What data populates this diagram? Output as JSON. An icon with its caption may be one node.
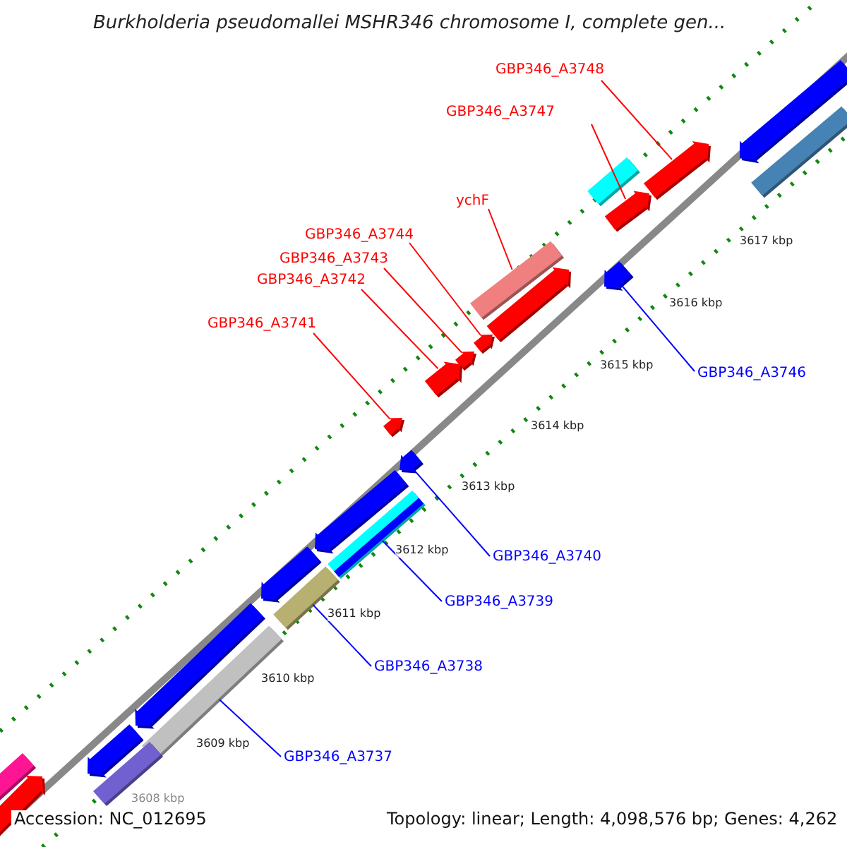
{
  "diagram": {
    "title": "Burkholderia pseudomallei MSHR346 chromosome I, complete gen...",
    "nodes": [
      {
        "text": [
          "GBP346_A3748"
        ]
      },
      {
        "text": [
          "GBP346_A3747"
        ]
      },
      {
        "text": [
          "ychF"
        ]
      },
      {
        "text": [
          "GBP346_A3744"
        ]
      },
      {
        "text": [
          "GBP346_A3743"
        ]
      },
      {
        "text": [
          "GBP346_A3742"
        ]
      },
      {
        "text": [
          "GBP346_A3741"
        ]
      },
      {
        "text": [
          "GBP346_A3746"
        ]
      },
      {
        "text": [
          "GBP346_A3740"
        ]
      },
      {
        "text": [
          "GBP346_A3739"
        ]
      },
      {
        "text": [
          "GBP346_A3738"
        ]
      },
      {
        "text": [
          "GBP346_A3737"
        ]
      },
      {
        "text": [],
        "shape": "bar"
      },
      {
        "text": [],
        "shape": "bar"
      },
      {
        "text": [],
        "shape": "bar"
      },
      {
        "text": [],
        "shape": "bar"
      },
      {
        "text": [],
        "shape": "bar"
      },
      {
        "text": [],
        "shape": "bar"
      },
      {
        "text": [],
        "shape": "bar"
      },
      {
        "text": [],
        "shape": "bar"
      },
      {
        "text": [],
        "shape": "bar"
      },
      {
        "text": [],
        "shape": "bar"
      },
      {
        "text": [],
        "shape": "bar"
      },
      {
        "text": [],
        "shape": "bar"
      },
      {
        "text": [],
        "shape": "bar"
      },
      {
        "text": [],
        "shape": "bar"
      },
      {
        "text": [],
        "shape": "bar"
      },
      {
        "text": [],
        "shape": "bar"
      },
      {
        "text": [],
        "shape": "bar"
      },
      {
        "text": [],
        "shape": "bar"
      },
      {
        "text": [],
        "shape": "bar"
      },
      {
        "text": [],
        "shape": "bar"
      },
      {
        "text": [],
        "shape": "bar"
      },
      {
        "text": [],
        "shape": "bar"
      },
      {
        "text": [],
        "shape": "bar"
      }
    ],
    "edges": [
      {
        "from": 0,
        "to": 12,
        "arrow": "none"
      },
      {
        "from": 1,
        "to": 13,
        "arrow": "none"
      },
      {
        "from": 2,
        "to": 14,
        "arrow": "none"
      },
      {
        "from": 3,
        "to": 15,
        "arrow": "none"
      },
      {
        "from": 4,
        "to": 16,
        "arrow": "none"
      },
      {
        "from": 5,
        "to": 17,
        "arrow": "none"
      },
      {
        "from": 6,
        "to": 18,
        "arrow": "none"
      },
      {
        "from": 7,
        "to": 19,
        "arrow": "none",
        "color": "#0000ff"
      },
      {
        "from": 8,
        "to": 20,
        "arrow": "none",
        "color": "#0000ff"
      },
      {
        "from": 9,
        "to": 21,
        "arrow": "none",
        "color": "#0000ff"
      },
      {
        "from": 10,
        "to": 22,
        "arrow": "none",
        "color": "#0000ff"
      },
      {
        "from": 11,
        "to": 23,
        "arrow": "none",
        "color": "#0000ff"
      }
    ],
    "labels": [
      "3617 kbp",
      "3616 kbp",
      "3615 kbp",
      "3614 kbp",
      "3613 kbp",
      "3612 kbp",
      "3611 kbp",
      "3610 kbp",
      "3609 kbp",
      "3608 kbp",
      "Accession: NC_012695",
      "Topology: linear; Length: 4,098,576 bp; Genes: 4,262"
    ]
  }
}
